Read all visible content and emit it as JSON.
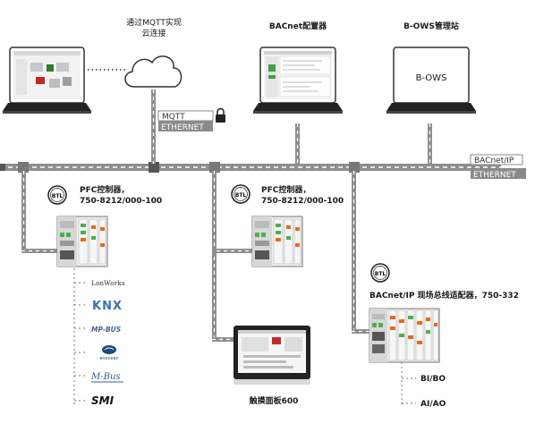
{
  "cloud_label": [
    "通过MQTT实现",
    "云连接"
  ],
  "bacnet_config_label": "BACnet配置器",
  "bows_label": "B-OWS管理站",
  "bows_screen_text": "B-OWS",
  "mqtt_label": "MQTT",
  "ethernet_label_left": "ETHERNET",
  "bacnet_ip_label": "BACnet/IP",
  "ethernet_label_right": "ETHERNET",
  "btl_text": "BTL",
  "pfc1": {
    "line1": "PFC控制器，",
    "line2": "750-8212/000-100"
  },
  "pfc2": {
    "line1": "PFC控制器，",
    "line2": "750-8212/000-100"
  },
  "bacnet_coupler_label": "BACnet/IP 现场总线适配器，750-332",
  "touch_panel_label": "触摸面板600",
  "io_labels": [
    "BI/BO",
    "AI/AO"
  ],
  "protocols": [
    "LonWorks",
    "KNX",
    "MP-BUS",
    "enocean",
    "M-Bus",
    "SMI"
  ],
  "colors": {
    "network_line": "#7a7a7a",
    "dashed_line": "#9c9c9c",
    "device_green": "#4caf50",
    "device_orange": "#e86a1a",
    "knx_blue": "#3a6fb0",
    "enocean_blue": "#1c4a7a"
  }
}
